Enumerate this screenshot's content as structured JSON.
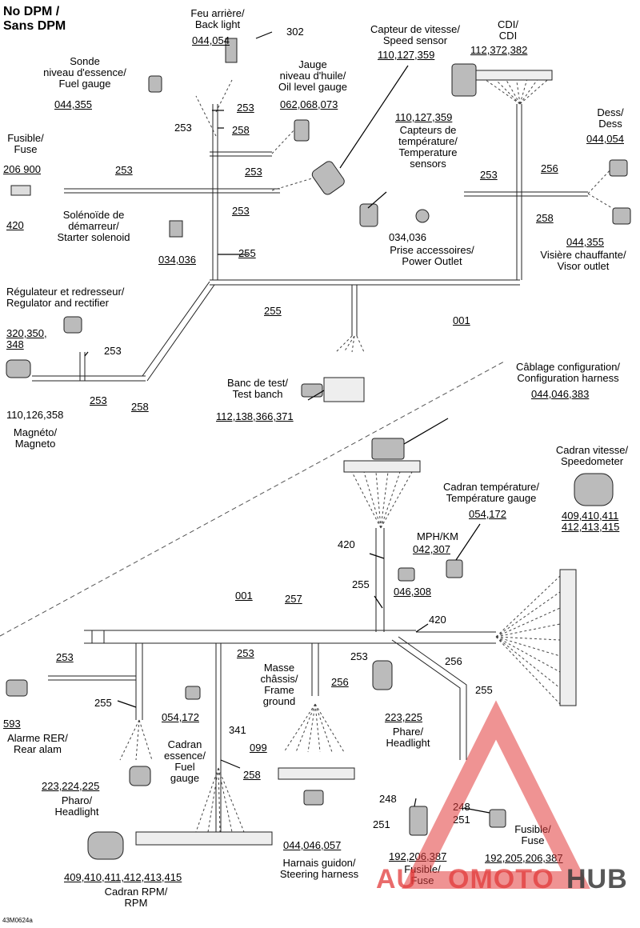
{
  "header": {
    "line1": "No DPM /",
    "line2": "Sans DPM"
  },
  "drawing_code": "43M0624a",
  "watermark": {
    "left": "AU",
    "mid": "OMOTO",
    "right": "HUB",
    "accent_color": "#e23a3a",
    "dark_color": "#3a3a3a"
  },
  "labels": {
    "back_light": [
      "Feu arrière/",
      "Back light"
    ],
    "back_light_ref": "044,054",
    "num_302": "302",
    "fuel_gauge_sensor": [
      "Sonde",
      "niveau d'essence/",
      "Fuel gauge"
    ],
    "fuel_gauge_sensor_ref": "044,355",
    "oil_gauge": [
      "Jauge",
      "niveau d'huile/",
      "Oil level gauge"
    ],
    "oil_gauge_ref": "062,068,073",
    "speed_sensor": [
      "Capteur de vitesse/",
      "Speed sensor"
    ],
    "speed_sensor_ref": "110,127,359",
    "cdi": [
      "CDI/",
      "CDI"
    ],
    "cdi_ref": "112,372,382",
    "temp_sensors_ref": "110,127,359",
    "temp_sensors": [
      "Capteurs de",
      "température/",
      "Temperature",
      "sensors"
    ],
    "dess": [
      "Dess/",
      "Dess"
    ],
    "dess_ref": "044,054",
    "fuse_top": [
      "Fusible/",
      "Fuse"
    ],
    "fuse_top_ref": "206 900",
    "num_420_top": "420",
    "starter": [
      "Solénoïde de",
      "démarreur/",
      "Starter solenoid"
    ],
    "starter_ref": "034,036",
    "outlet_ref": "034,036",
    "outlet": [
      "Prise accessoires/",
      "Power Outlet"
    ],
    "visor_ref": "044,355",
    "visor": [
      "Visière chauffante/",
      "Visor outlet"
    ],
    "regulator": [
      "Régulateur et redresseur/",
      "Regulator and rectifier"
    ],
    "regulator_ref": [
      "320,350,",
      "348"
    ],
    "magneto_ref": "110,126,358",
    "magneto": [
      "Magnéto/",
      "Magneto"
    ],
    "test_bench": [
      "Banc de test/",
      "Test banch"
    ],
    "test_bench_ref": "112,138,366,371",
    "config": [
      "Câblage configuration/",
      "Configuration harness"
    ],
    "config_ref": "044,046,383",
    "speedometer": [
      "Cadran vitesse/",
      "Speedometer"
    ],
    "speedometer_ref": [
      "409,410,411",
      "412,413,415"
    ],
    "temp_gauge": [
      "Cadran température/",
      "Température gauge"
    ],
    "temp_gauge_ref": "054,172",
    "mph_km": "MPH/KM",
    "mph_km_ref": "042,307",
    "ref_046_308": "046,308",
    "rear_alarm_ref": "593",
    "rear_alarm": [
      "Alarme RER/",
      "Rear alam"
    ],
    "gauge_conn_ref": "054,172",
    "frame_ground": [
      "Masse",
      "châssis/",
      "Frame",
      "ground"
    ],
    "num_341": "341",
    "num_099": "099",
    "headlight_right_ref": "223,225",
    "headlight_right": [
      "Phare/",
      "Headlight"
    ],
    "headlight_left_ref": "223,224,225",
    "headlight_left": [
      "Pharo/",
      "Headlight"
    ],
    "fuel_gauge_dial": [
      "Cadran",
      "essence/",
      "Fuel",
      "gauge"
    ],
    "steering_ref": "044,046,057",
    "steering": [
      "Harnais guidon/",
      "Steering harness"
    ],
    "rpm_ref": "409,410,411,412,413,415",
    "rpm": [
      "Cadran RPM/",
      "RPM"
    ],
    "num_248_a": "248",
    "num_251_a": "251",
    "fuse_mid_ref": "192,206,387",
    "fuse_mid": [
      "Fusible/",
      "Fuse"
    ],
    "num_248_b": "248",
    "num_251_b": "251",
    "fuse_right": [
      "Fusible/",
      "Fuse"
    ],
    "fuse_right_ref": "192,205,206,387"
  },
  "wire_refs": {
    "w253_a": "253",
    "w258_a": "258",
    "w253_b": "253",
    "w253_c": "253",
    "w253_d": "253",
    "w255_a": "255",
    "w255_b": "255",
    "w001_a": "001",
    "w256_a": "256",
    "w253_e": "253",
    "w258_b": "258",
    "w253_f": "253",
    "w253_g": "253",
    "w258_c": "258",
    "w420_a": "420",
    "w255_c": "255",
    "w001_b": "001",
    "w257": "257",
    "w420_b": "420",
    "w253_h": "253",
    "w253_i": "253",
    "w256_b": "256",
    "w256_c": "256",
    "w255_d": "255",
    "w255_e": "255",
    "w253_j": "253",
    "w258_d": "258"
  }
}
